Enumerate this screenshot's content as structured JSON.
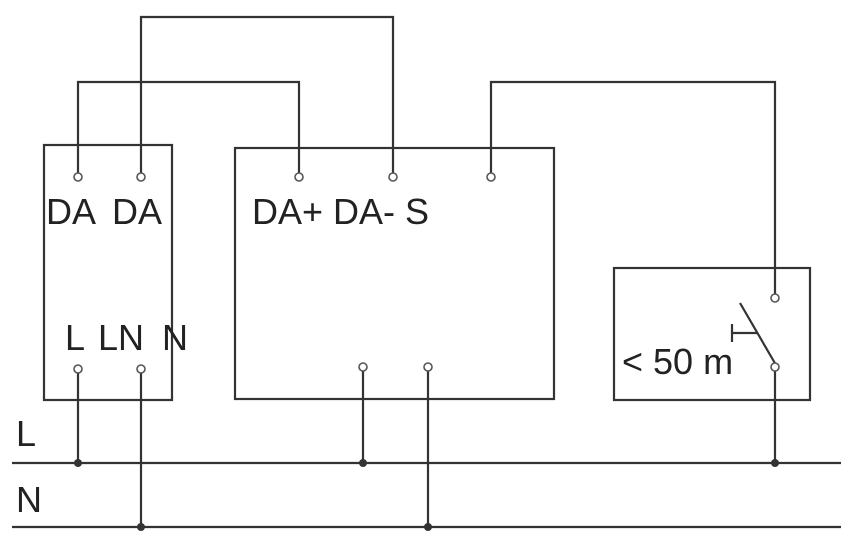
{
  "diagram": {
    "line_colors": {
      "wire": "#333333",
      "background": "#ffffff"
    },
    "controller": {
      "label_da_1": "DA",
      "label_da_2": "DA",
      "label_l": "L",
      "label_ln": "LN",
      "label_n": "N"
    },
    "device": {
      "label_terminals": "DA+ DA- S"
    },
    "pushbutton": {
      "label_distance": "< 50 m"
    },
    "bus": {
      "label_l": "L",
      "label_n": "N"
    }
  }
}
